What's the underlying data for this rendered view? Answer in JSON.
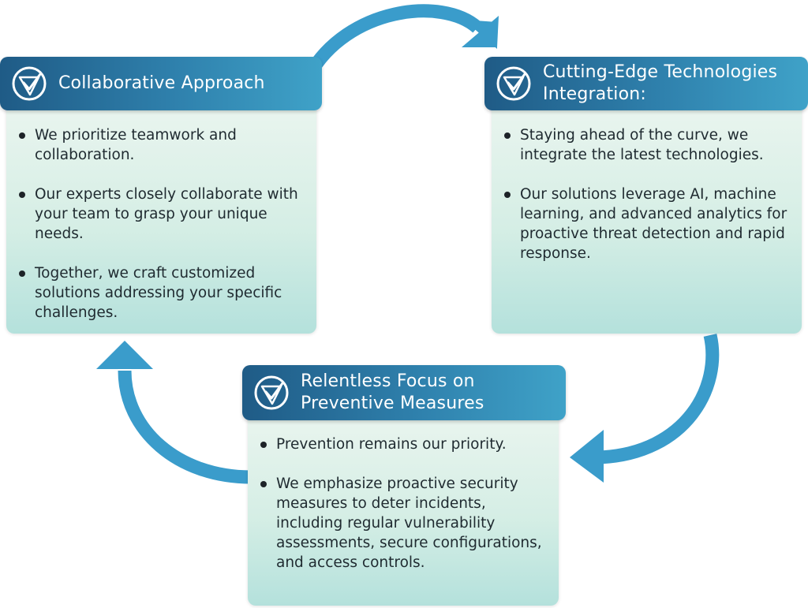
{
  "cards": [
    {
      "title": "Collaborative Approach",
      "points": [
        "We prioritize teamwork and collaboration.",
        "Our experts closely collaborate with your team to grasp your unique needs.",
        "Together, we craft customized solutions addressing your specific challenges."
      ]
    },
    {
      "title": "Cutting-Edge Technologies Integration:",
      "points": [
        "Staying ahead of the curve, we integrate the latest technologies.",
        "Our solutions leverage AI, machine learning, and advanced analytics for proactive threat detection and rapid response."
      ]
    },
    {
      "title": "Relentless Focus on Preventive Measures",
      "points": [
        "Prevention remains our priority.",
        "We emphasize proactive security measures to deter incidents, including regular vulnerability assessments, secure configurations, and access controls."
      ]
    }
  ],
  "colors": {
    "header_dark": "#1f5b86",
    "header_light": "#3fa2c8",
    "arrow": "#3a9ccb",
    "body_top": "#eaf5ef",
    "body_bottom": "#b4e1dc"
  },
  "icons": {
    "card_badge": "shield-check-icon",
    "cycle_arrow": "curved-arrow-icon"
  }
}
